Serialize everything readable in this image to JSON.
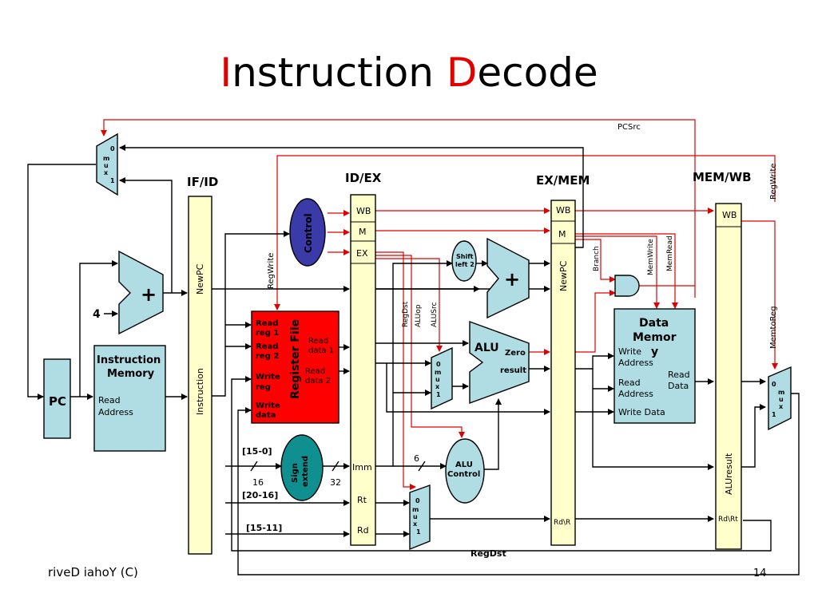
{
  "title": {
    "first_cap": "I",
    "first_rest": "nstruction ",
    "second_cap": "D",
    "second_rest": "ecode"
  },
  "footer": "riveD iahoY (C)",
  "page_number": "14",
  "pipeline_registers": {
    "if_id": "IF/ID",
    "id_ex": "ID/EX",
    "ex_mem": "EX/MEM",
    "mem_wb": "MEM/WB"
  },
  "fields": {
    "wb": "WB",
    "m": "M",
    "ex": "EX",
    "imm": "Imm",
    "rt": "Rt",
    "rd": "Rd",
    "rd_r": "Rd\\R",
    "rd_rt": "Rd\\Rt",
    "newpc": "NewPC",
    "instruction": "Instruction",
    "aluresult": "ALUresult"
  },
  "units": {
    "pc": "PC",
    "imem_title_1": "Instruction",
    "imem_title_2": "Memory",
    "imem_read_1": "Read",
    "imem_read_2": "Address",
    "control": "Control",
    "regfile": "Register File",
    "read_reg1_a": "Read",
    "read_reg1_b": "reg 1",
    "read_reg2_a": "Read",
    "read_reg2_b": "reg 2",
    "write_reg_a": "Write",
    "write_reg_b": "reg",
    "write_data_a": "Write",
    "write_data_b": "data",
    "read_data1_a": "Read",
    "read_data1_b": "data 1",
    "read_data2_a": "Read",
    "read_data2_b": "data 2",
    "sign_a": "Sign",
    "sign_b": "extend",
    "shift_a": "Shift",
    "shift_b": "left 2",
    "adder_plus": "+",
    "alu": "ALU",
    "zero": "Zero",
    "result": "result",
    "alu_control_a": "ALU",
    "alu_control_b": "Control",
    "dmem_title_1": "Data",
    "dmem_title_2": "Memor",
    "dmem_title_3": "y",
    "dmem_write_a": "Write",
    "dmem_write_b": "Address",
    "dmem_read_a": "Read",
    "dmem_read_b": "Address",
    "dmem_write_data": "Write Data",
    "dmem_read_data_a": "Read",
    "dmem_read_data_b": "Data",
    "four": "4"
  },
  "mux": {
    "zero": "0",
    "one": "1",
    "letters": [
      "m",
      "u",
      "x"
    ]
  },
  "signals": {
    "pcsrc": "PCSrc",
    "regwrite": "RegWrite",
    "regwrite_wb": "RegWrite",
    "branch": "Branch",
    "memwrite": "MemWrite",
    "memread": "MemRead",
    "memtoreg": "MemtoReg",
    "regdst": "RegDst",
    "aluop": "ALUop",
    "alusrc": "ALUSrc",
    "regdst_bottom": "RegDst"
  },
  "bitfields": {
    "b15_0": "[15-0]",
    "b20_16": "[20-16]",
    "b15_11": "[15-11]",
    "w16": "16",
    "w32": "32",
    "w6": "6"
  },
  "colors": {
    "regfile": "#ff0000",
    "pipeline_reg": "#ffffcc",
    "unit": "#b0dde4",
    "control": "#3a3aa8",
    "sign": "#0f8f8f",
    "control_wire": "#e00000",
    "data_wire": "#000000"
  }
}
